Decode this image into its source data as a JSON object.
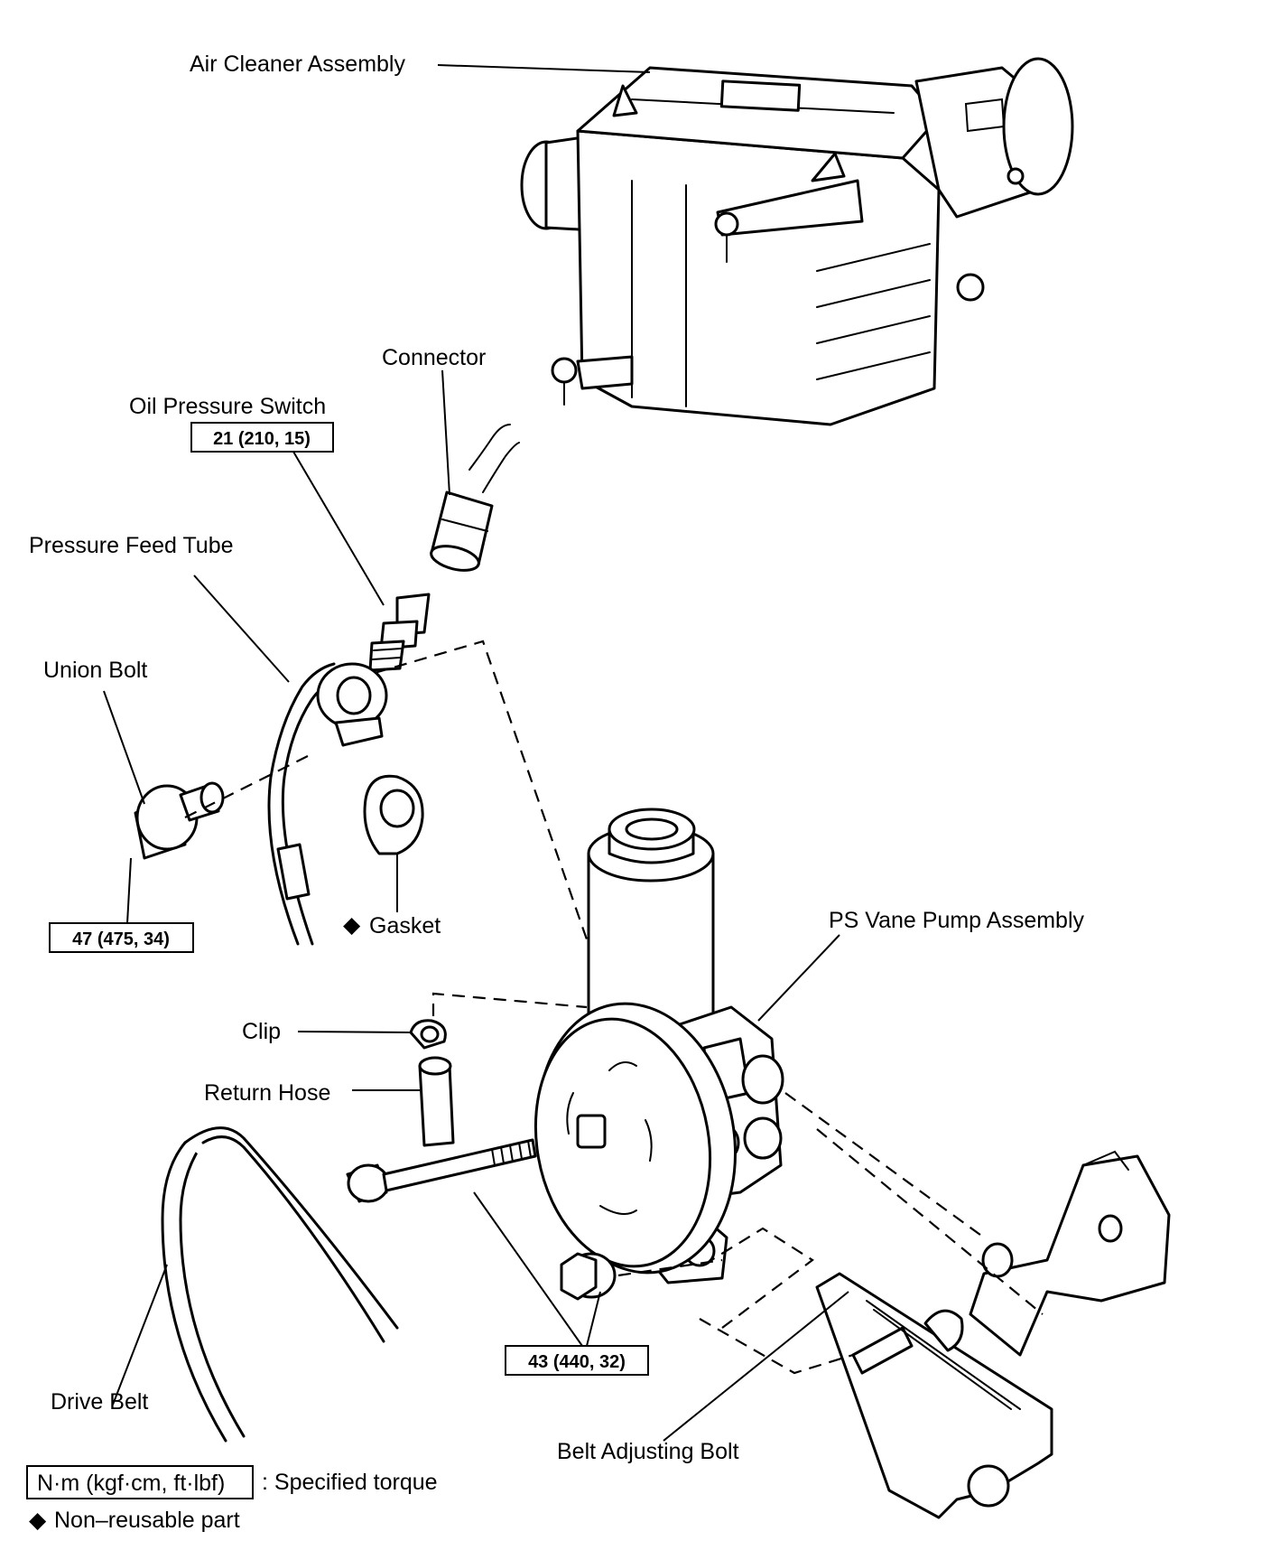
{
  "labels": {
    "air_cleaner": "Air Cleaner Assembly",
    "connector": "Connector",
    "oil_pressure_switch": "Oil Pressure Switch",
    "pressure_feed_tube": "Pressure Feed Tube",
    "union_bolt": "Union Bolt",
    "gasket": "Gasket",
    "ps_vane_pump": "PS Vane Pump Assembly",
    "clip": "Clip",
    "return_hose": "Return Hose",
    "drive_belt": "Drive Belt",
    "belt_adjusting_bolt": "Belt Adjusting Bolt"
  },
  "torques": {
    "oil_pressure_switch": "21 (210, 15)",
    "union_bolt": "47 (475, 34)",
    "pump_bolts": "43 (440, 32)"
  },
  "legend": {
    "torque_unit": "N·m (kgf·cm, ft·lbf)",
    "torque_desc": ": Specified torque",
    "nonreusable_symbol": "◆",
    "nonreusable_desc": "Non–reusable part"
  }
}
